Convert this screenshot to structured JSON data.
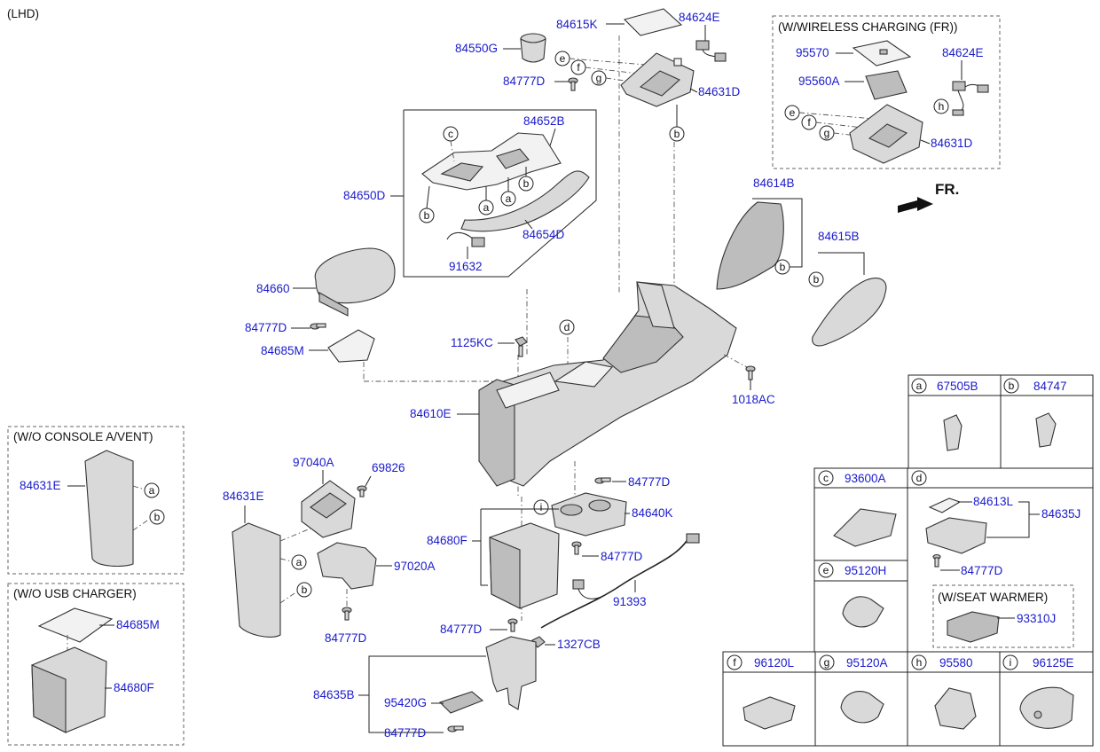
{
  "header": {
    "variant": "(LHD)"
  },
  "direction": {
    "label": "FR."
  },
  "wireless_box": {
    "title": "(W/WIRELESS CHARGING (FR))"
  },
  "no_vent_box": {
    "title": "(W/O CONSOLE A/VENT)"
  },
  "no_usb_box": {
    "title": "(W/O USB CHARGER)"
  },
  "seat_warmer_box": {
    "title": "(W/SEAT WARMER)"
  },
  "part_labels": {
    "p84615K": "84615K",
    "p84624E": "84624E",
    "p84550G": "84550G",
    "p84777D_a": "84777D",
    "p84631D": "84631D",
    "p84652B": "84652B",
    "p84650D": "84650D",
    "p84654D": "84654D",
    "p91632": "91632",
    "p84660": "84660",
    "p84777D_b": "84777D",
    "p84685M": "84685M",
    "p1125KC": "1125KC",
    "p1018AC": "1018AC",
    "p84610E": "84610E",
    "p84614B": "84614B",
    "p84615B": "84615B",
    "p95570": "95570",
    "p95560A": "95560A",
    "p84624E_w": "84624E",
    "p84631D_w": "84631D",
    "p84631E_a": "84631E",
    "p84631E_b": "84631E",
    "p97040A": "97040A",
    "p69826": "69826",
    "p97020A": "97020A",
    "p84777D_c": "84777D",
    "p84777D_d": "84777D",
    "p84640K": "84640K",
    "p84680F": "84680F",
    "p84777D_e": "84777D",
    "p91393": "91393",
    "p84777D_f": "84777D",
    "p1327CB": "1327CB",
    "p84635B": "84635B",
    "p95420G": "95420G",
    "p84777D_g": "84777D",
    "p84685M_u": "84685M",
    "p84680F_u": "84680F"
  },
  "legend": {
    "a": {
      "key": "a",
      "part": "67505B"
    },
    "b": {
      "key": "b",
      "part": "84747"
    },
    "c": {
      "key": "c",
      "part": "93600A"
    },
    "d": {
      "key": "d",
      "part": "",
      "items": [
        "84613L",
        "84635J",
        "84777D"
      ]
    },
    "e": {
      "key": "e",
      "part": "95120H"
    },
    "seat_warmer_part": "93310J",
    "f": {
      "key": "f",
      "part": "96120L"
    },
    "g": {
      "key": "g",
      "part": "95120A"
    },
    "h": {
      "key": "h",
      "part": "95580"
    },
    "i": {
      "key": "i",
      "part": "96125E"
    }
  },
  "callouts": [
    "a",
    "b",
    "c",
    "d",
    "e",
    "f",
    "g",
    "h",
    "i"
  ]
}
